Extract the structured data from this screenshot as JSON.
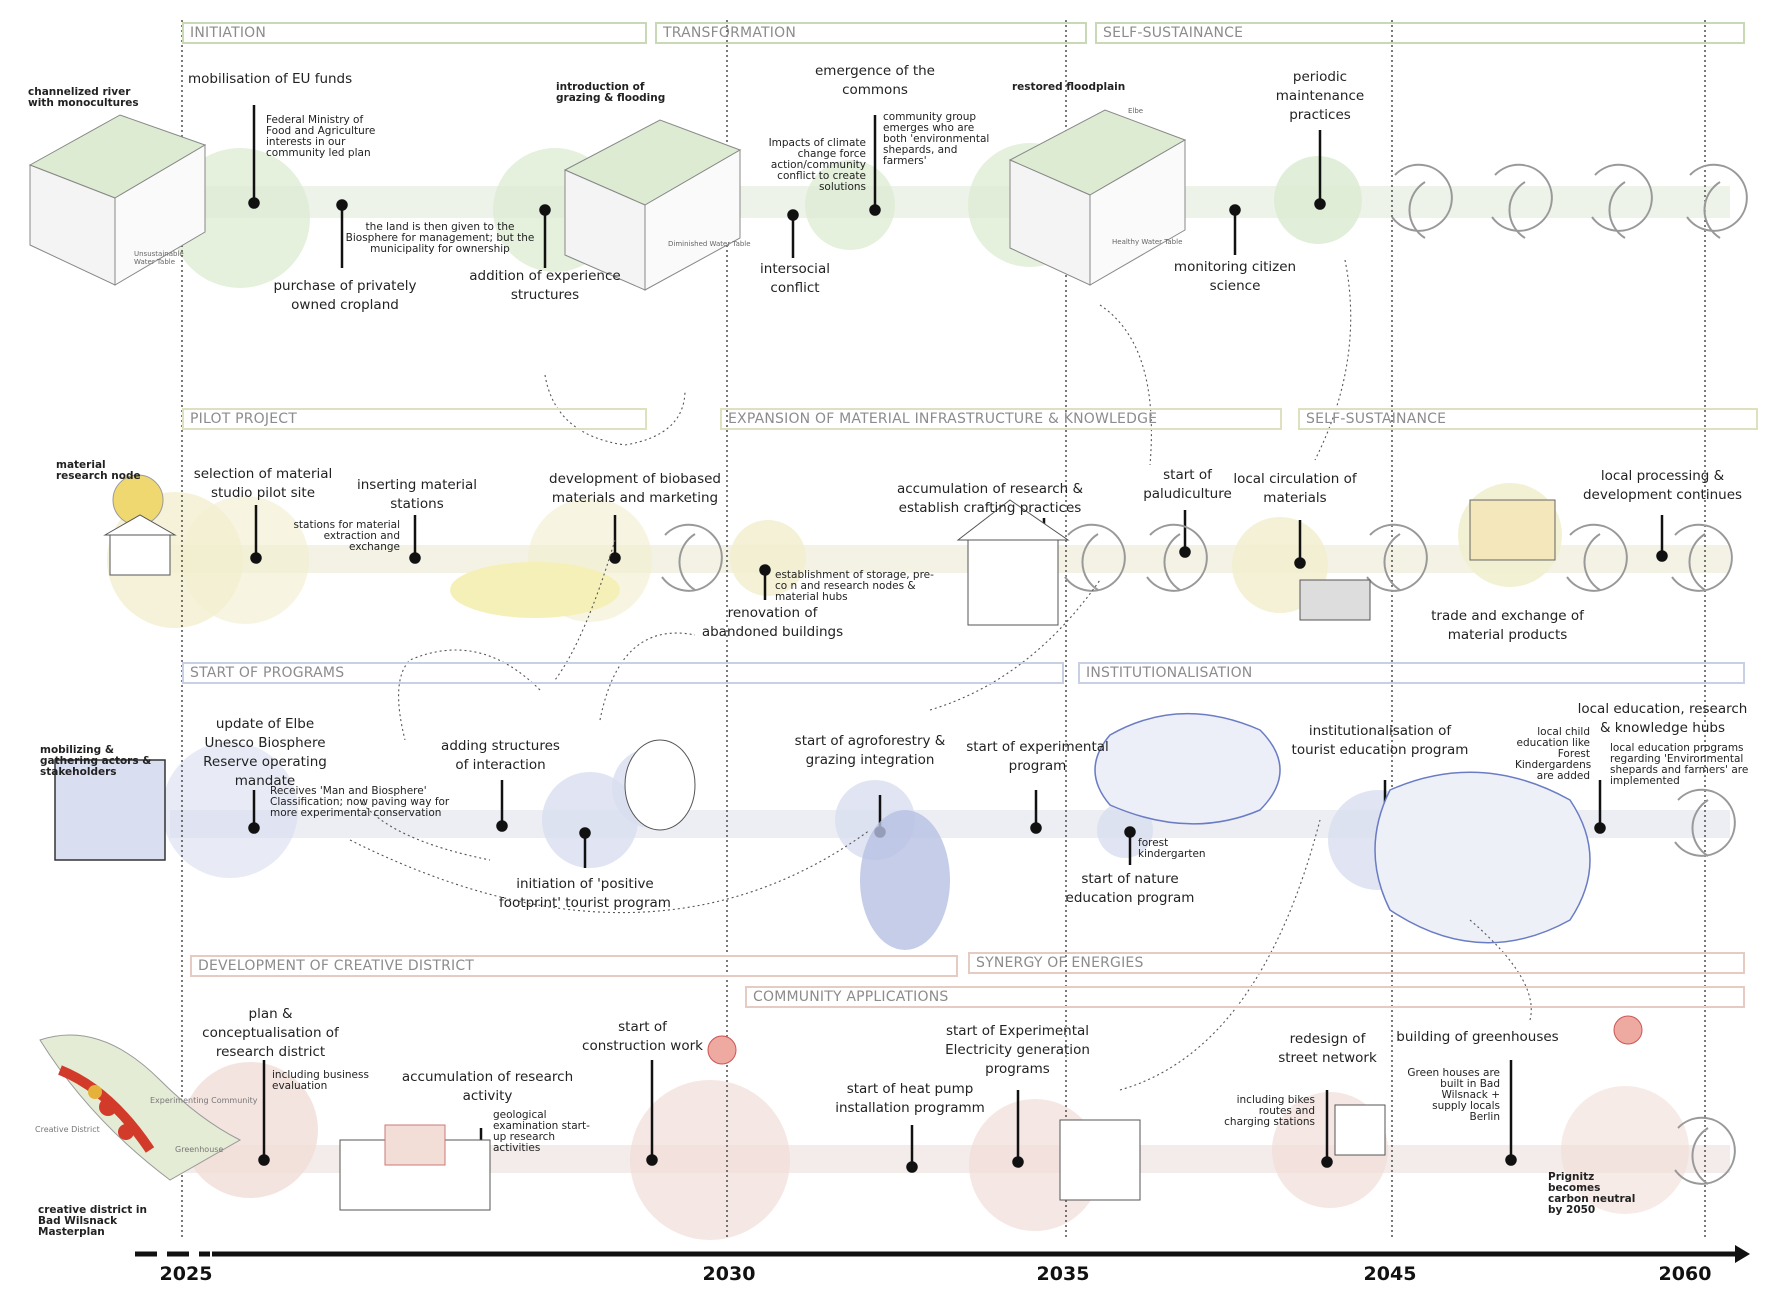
{
  "colors": {
    "green": "#dcebd2",
    "yellow": "#f2efcf",
    "blue": "#d9def0",
    "red": "#f1ddd7",
    "axis": "#111111",
    "blueFig": "#8d9ccf"
  },
  "years": [
    "2025",
    "2030",
    "2035",
    "2045",
    "2060"
  ],
  "rows": {
    "r1": {
      "phases": [
        "INITIATION",
        "TRANSFORMATION",
        "SELF-SUSTAINANCE"
      ],
      "intro": "channelized river with monocultures",
      "sketch_notes": {
        "grazing": "introduction of grazing & flooding",
        "floodplain": "restored floodplain",
        "elbe": "Elbe",
        "water_a": "Unsustainable Water Table",
        "water_b": "Diminished Water Table",
        "water_c": "Healthy Water Table"
      },
      "events": {
        "eu_funds": "mobilisation of EU funds",
        "federal": "Federal Ministry of Food and Agriculture interests in our community led plan",
        "biosphere": "the land is then given to the Biosphere for management; but the municipality for ownership",
        "purchase": "purchase of privately owned cropland",
        "addition": "addition of experience structures",
        "commons": "emergence of the commons",
        "community": "community group emerges who are both 'environmental shepards, and farmers'",
        "climate": "Impacts of climate change force action/community conflict to create solutions",
        "conflict": "intersocial conflict",
        "periodic": "periodic maintenance practices",
        "monitoring": "monitoring citizen science"
      }
    },
    "r2": {
      "phases": [
        "PILOT PROJECT",
        "EXPANSION OF MATERIAL INFRASTRUCTURE & KNOWLEDGE",
        "SELF-SUSTAINANCE"
      ],
      "intro": "material research node",
      "events": {
        "selection": "selection of material studio pilot site",
        "inserting": "inserting material stations",
        "stations": "stations for material extraction and exchange",
        "biobased": "development of biobased materials and marketing",
        "storage": "establishment of storage, pre-co n and research nodes & material hubs",
        "renovation": "renovation of abandoned buildings",
        "accumulation": "accumulation of research & establish crafting practices",
        "paludi": "start of paludiculture",
        "circulation": "local circulation of materials",
        "trade": "trade and exchange of material products",
        "processing": "local processing & development continues"
      }
    },
    "r3": {
      "phases": [
        "START OF PROGRAMS",
        "INSTITUTIONALISATION"
      ],
      "intro": "mobilizing & gathering actors & stakeholders",
      "events": {
        "elbe": "update of Elbe Unesco Biosphere Reserve operating mandate",
        "mab": "Receives 'Man and Biosphere' Classification; now paving way for more experimental conservation",
        "interaction": "adding structures of interaction",
        "footprint": "initiation of 'positive footprint' tourist program",
        "agro": "start of agroforestry & grazing integration",
        "experimental": "start of experimental program",
        "kindergarten": "forest kindergarten",
        "nature": "start of nature education program",
        "tourist": "institutionalisation of tourist education program",
        "childedu": "local child education like Forest Kindergardens are added",
        "hubs": "local education, research & knowledge hubs",
        "programs": "local education programs regarding 'Environmental shepards and farmers' are implemented"
      }
    },
    "r4": {
      "phases": [
        "DEVELOPMENT OF CREATIVE DISTRICT",
        "SYNERGY OF ENERGIES",
        "COMMUNITY APPLICATIONS"
      ],
      "intro": "creative district in Bad Wilsnack Masterplan",
      "map_labels": {
        "a": "Experimenting Community",
        "b": "Creative District",
        "c": "Greenhouse"
      },
      "events": {
        "plan": "plan & conceptualisation of research district",
        "business": "including business evaluation",
        "accum": "accumulation of research activity",
        "geo": "geological examination start-up research activities",
        "construction": "start of construction work",
        "heatpump": "start of heat pump installation programm",
        "electricity": "start of Experimental Electricity generation programs",
        "street": "redesign of street network",
        "bikes": "including bikes routes and charging stations",
        "greenhouses": "building of greenhouses",
        "greenhouse_note": "Green houses are built in Bad Wilsnack + supply locals Berlin",
        "neutral": "Prignitz becomes carbon neutral by 2050"
      }
    }
  }
}
